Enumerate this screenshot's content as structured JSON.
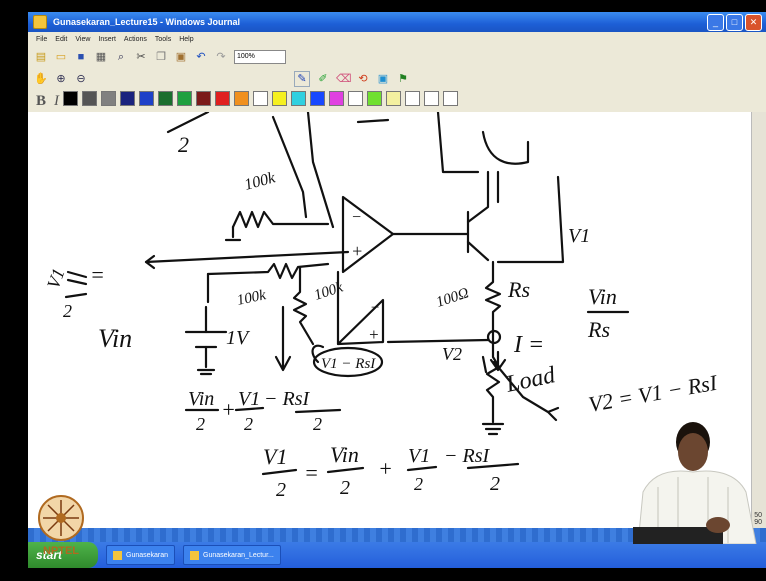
{
  "window": {
    "title": "Gunasekaran_Lecture15 - Windows Journal",
    "controls": [
      "_",
      "□",
      "✕"
    ]
  },
  "menu": [
    "File",
    "Edit",
    "View",
    "Insert",
    "Actions",
    "Tools",
    "Help"
  ],
  "toolbar": {
    "zoom": "100%"
  },
  "format": {
    "bold": "B",
    "italic": "I"
  },
  "palette": [
    "#000000",
    "#555555",
    "#808080",
    "#1a237e",
    "#1e40c8",
    "#1b6e2e",
    "#1fa040",
    "#7b1a1a",
    "#e02020",
    "#f0901e",
    "#ffffff",
    "#f5f020",
    "#30d0e0",
    "#1848ff",
    "#e040e0",
    "#ffffff",
    "#70e030",
    "#f3f0a0",
    "#ffffff",
    "#ffffff",
    "#ffffff"
  ],
  "notes": {
    "frac_top_2": "2",
    "r1": "100k",
    "r2": "100k",
    "r3": "100k",
    "r4": "100Ω",
    "minus1": "−",
    "plus1": "+",
    "minus2": "−",
    "plus2": "+",
    "v1_label": "V1",
    "v1_half": "V1",
    "v1_half_den": "2",
    "eq": "=",
    "vin": "Vin",
    "one_v": "1V",
    "rs": "Rs",
    "v2": "V2",
    "i_eq": "I =",
    "vin_over": "Vin",
    "rs_over": "Rs",
    "load": "Load",
    "v2_eq": "V2 = V1 − RsI",
    "v1_rsi": "V1 − RsI",
    "expr1_a": "Vin",
    "expr1_b": "2",
    "expr1_c": "+",
    "expr1_d": "V1",
    "expr1_e": "2",
    "expr1_f": "− RsI",
    "expr1_g": "2",
    "expr2_a": "V1",
    "expr2_b": "2",
    "expr2_c": "=",
    "expr2_d": "Vin",
    "expr2_e": "2",
    "expr2_f": "+",
    "expr2_g": "V1",
    "expr2_h": "2",
    "expr2_i": "− RsI",
    "expr2_j": "2"
  },
  "logo": {
    "text": "NPTEL"
  },
  "taskbar": {
    "start": "start",
    "items": [
      "Gunasekaran",
      "Gunasekaran_Lectur..."
    ]
  },
  "webcam": {
    "l1": "50",
    "l2": "90"
  }
}
